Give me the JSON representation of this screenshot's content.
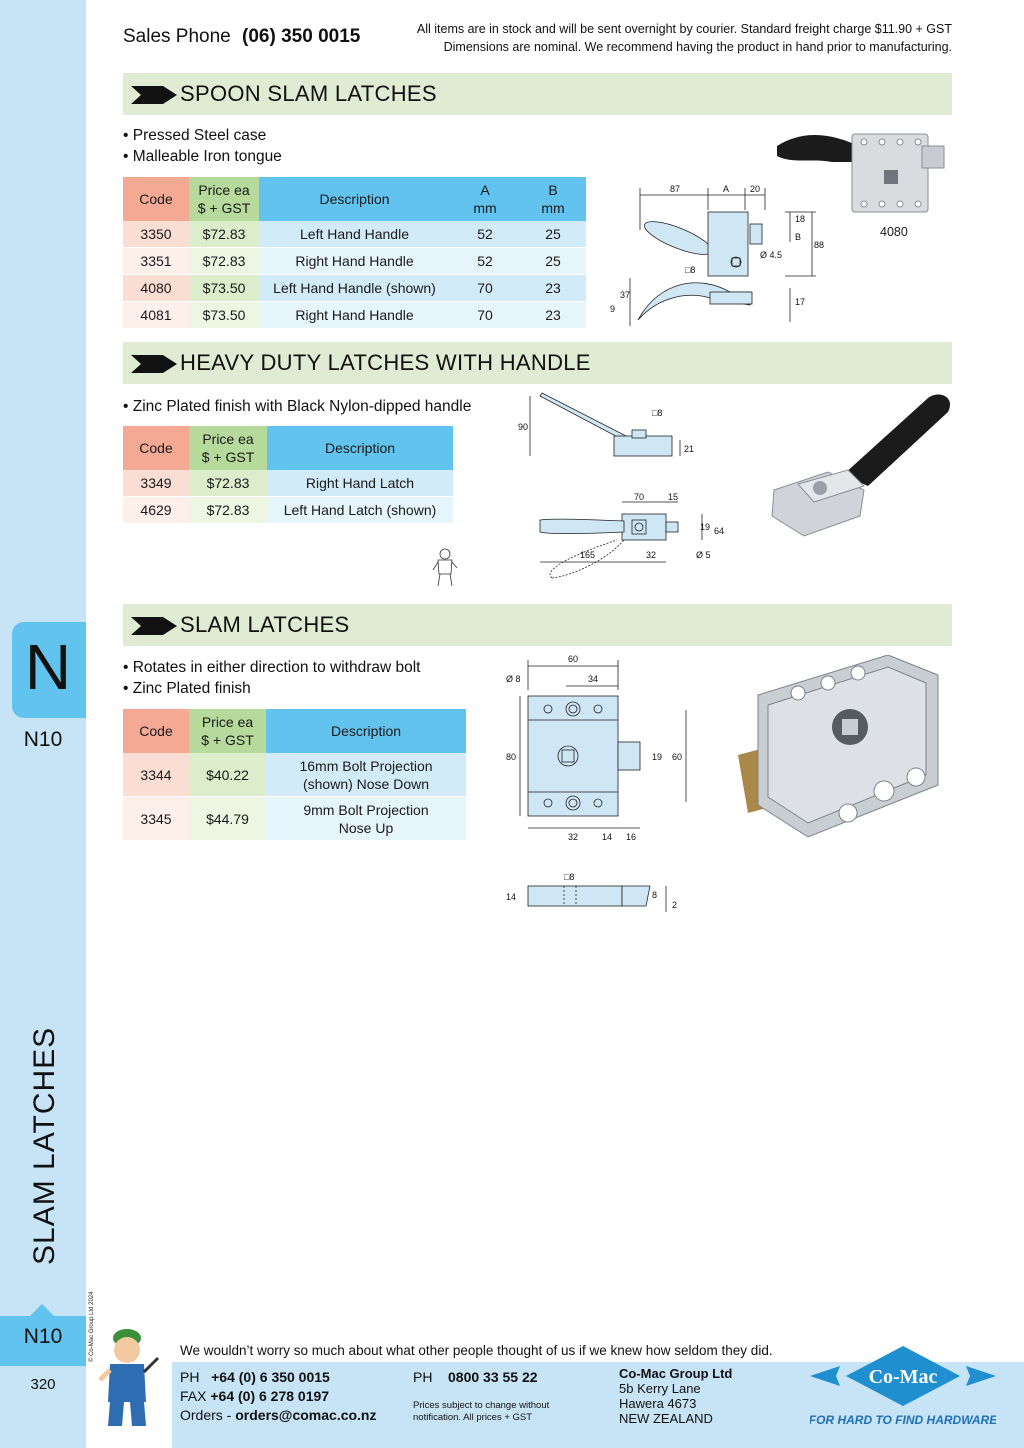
{
  "header": {
    "phone_label": "Sales Phone",
    "phone_number": "(06) 350 0015",
    "note_line1": "All items are in stock and will be sent overnight by courier. Standard freight charge $11.90 + GST",
    "note_line2": "Dimensions are nominal. We recommend having the product in hand prior to manufacturing."
  },
  "sidebar": {
    "tab_letter": "N",
    "tab_code": "N10",
    "title": "SLAM LATCHES",
    "copyright": "© Co-Mac Group Ltd 2024",
    "bottom_code": "N10",
    "page_number": "320"
  },
  "sections": {
    "spoon": {
      "title": "SPOON SLAM LATCHES",
      "bullets": [
        "• Pressed Steel case",
        "• Malleable Iron tongue"
      ],
      "headers": {
        "code": "Code",
        "price1": "Price ea",
        "price2": "$ + GST",
        "desc": "Description",
        "a1": "A",
        "a2": "mm",
        "b1": "B",
        "b2": "mm"
      },
      "rows": [
        {
          "code": "3350",
          "price": "$72.83",
          "desc": "Left Hand Handle",
          "a": "52",
          "b": "25"
        },
        {
          "code": "3351",
          "price": "$72.83",
          "desc": "Right Hand Handle",
          "a": "52",
          "b": "25"
        },
        {
          "code": "4080",
          "price": "$73.50",
          "desc": "Left Hand Handle (shown)",
          "a": "70",
          "b": "23"
        },
        {
          "code": "4081",
          "price": "$73.50",
          "desc": "Right Hand Handle",
          "a": "70",
          "b": "23"
        }
      ],
      "photo_caption": "4080",
      "dims": {
        "d87": "87",
        "dA": "A",
        "d20": "20",
        "d18": "18",
        "dB": "B",
        "d88": "88",
        "sq8": "□8",
        "dia": "Ø 4.5",
        "d37": "37",
        "d9": "9",
        "d17": "17"
      }
    },
    "heavy": {
      "title": "HEAVY DUTY LATCHES WITH HANDLE",
      "bullets": [
        "•  Zinc Plated finish with Black Nylon-dipped handle"
      ],
      "headers": {
        "code": "Code",
        "price1": "Price ea",
        "price2": "$ + GST",
        "desc": "Description"
      },
      "rows": [
        {
          "code": "3349",
          "price": "$72.83",
          "desc": "Right Hand Latch"
        },
        {
          "code": "4629",
          "price": "$72.83",
          "desc": "Left Hand Latch (shown)"
        }
      ],
      "dims": {
        "d90": "90",
        "sq8": "□8",
        "d21": "21",
        "d70": "70",
        "d15": "15",
        "d19": "19",
        "d64": "64",
        "d165": "165",
        "d32": "32",
        "dia5": "Ø 5"
      }
    },
    "slam": {
      "title": "SLAM LATCHES",
      "bullets": [
        "• Rotates in either direction to withdraw bolt",
        "• Zinc Plated finish"
      ],
      "headers": {
        "code": "Code",
        "price1": "Price ea",
        "price2": "$ + GST",
        "desc": "Description"
      },
      "rows": [
        {
          "code": "3344",
          "price": "$40.22",
          "desc1": "16mm Bolt Projection",
          "desc2": "(shown) Nose Down"
        },
        {
          "code": "3345",
          "price": "$44.79",
          "desc1": "9mm Bolt Projection",
          "desc2": "Nose Up"
        }
      ],
      "dims": {
        "d60": "60",
        "dia8": "Ø 8",
        "d34": "34",
        "d80": "80",
        "d19": "19",
        "d60v": "60",
        "d32": "32",
        "d14": "14",
        "d16": "16",
        "sq8": "□8",
        "d14b": "14",
        "d8": "8",
        "d2": "2"
      }
    }
  },
  "footer": {
    "quote": "We wouldn’t worry so much about what other people thought of us if we knew how seldom they did.",
    "ph_label": "PH",
    "ph": "+64 (0) 6 350 0015",
    "fax_label": "FAX",
    "fax": "+64 (0) 6 278 0197",
    "orders_label": "Orders -",
    "orders": "orders@comac.co.nz",
    "ph2_label": "PH",
    "ph2": "0800 33 55 22",
    "small1": "Prices subject to change without",
    "small2": "notification. All prices + GST",
    "company": "Co-Mac Group Ltd",
    "addr1": "5b Kerry Lane",
    "addr2": "Hawera 4673",
    "addr3": "NEW ZEALAND",
    "logo_text": "Co-Mac",
    "tagline": "FOR HARD TO FIND HARDWARE"
  },
  "colors": {
    "sidebar": "#c6e4f5",
    "tab": "#62c3ee",
    "banner": "#dfecd3",
    "code_head": "#f3a993",
    "price_head": "#b6d99c",
    "desc_head": "#62c3ee",
    "brand": "#1f8fd0"
  }
}
